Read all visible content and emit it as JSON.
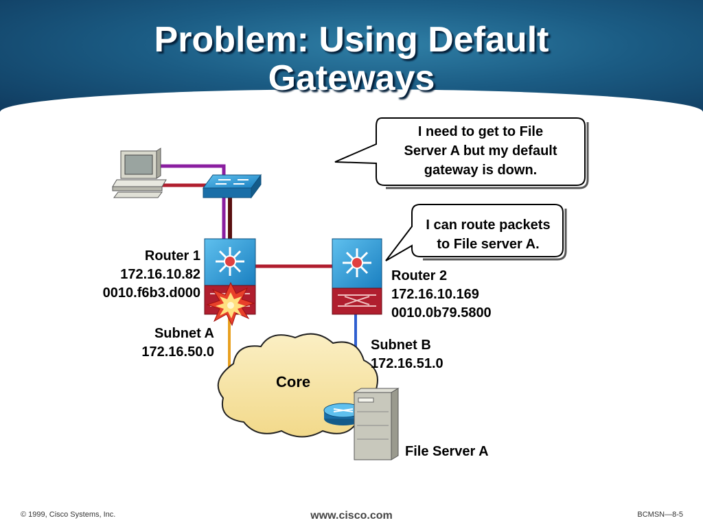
{
  "slide": {
    "title_line1": "Problem: Using Default",
    "title_line2": "Gateways"
  },
  "callouts": {
    "pc_speech": [
      "I need to get to File",
      "Server A but my default",
      "gateway is down."
    ],
    "router2_speech": [
      "I can route packets",
      "to File server A."
    ]
  },
  "router1": {
    "name": "Router 1",
    "ip": "172.16.10.82",
    "mac": "0010.f6b3.d000"
  },
  "router2": {
    "name": "Router 2",
    "ip": "172.16.10.169",
    "mac": "0010.0b79.5800"
  },
  "subnet_a": {
    "name": "Subnet A",
    "network": "172.16.50.0"
  },
  "subnet_b": {
    "name": "Subnet B",
    "network": "172.16.51.0"
  },
  "core": {
    "label": "Core"
  },
  "file_server": {
    "label": "File Server A"
  },
  "footer": {
    "copyright": "© 1999, Cisco Systems, Inc.",
    "url": "www.cisco.com",
    "slide_id": "BCMSN—8-5"
  },
  "colors": {
    "link_red": "#b01e2e",
    "link_purple": "#8a1ea0",
    "link_orange": "#e8a020",
    "link_blue": "#2f5fd0",
    "device_blue": "#1e8fd0",
    "cloud_fill": "#f8e6a8"
  }
}
